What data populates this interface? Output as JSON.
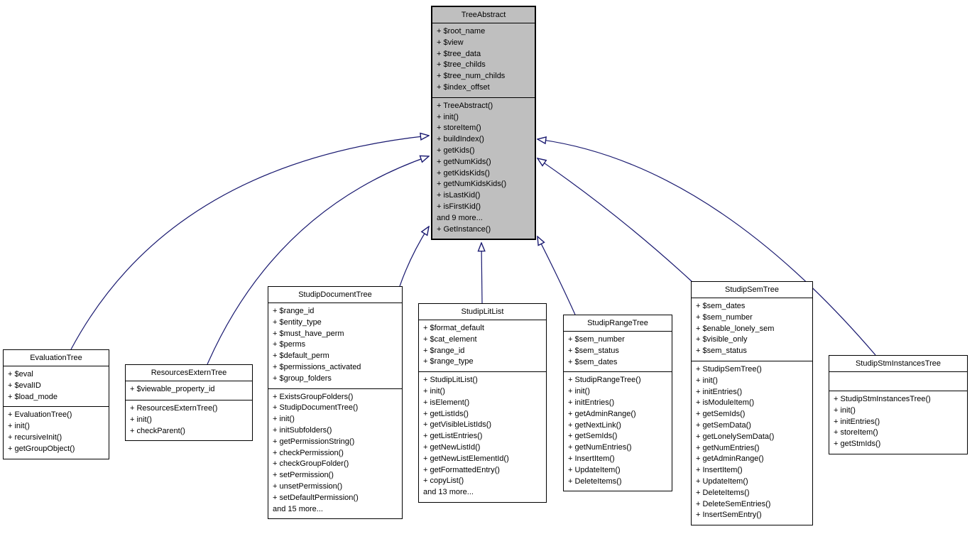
{
  "colors": {
    "edge": "#191970",
    "parent_fill": "#bfbfbf",
    "node_fill": "#ffffff",
    "border": "#000000",
    "text": "#000000"
  },
  "diagram": {
    "parent": {
      "name": "TreeAbstract",
      "attributes": [
        "+ $root_name",
        "+ $view",
        "+ $tree_data",
        "+ $tree_childs",
        "+ $tree_num_childs",
        "+ $index_offset"
      ],
      "methods": [
        "+ TreeAbstract()",
        "+ init()",
        "+ storeItem()",
        "+ buildIndex()",
        "+ getKids()",
        "+ getNumKids()",
        "+ getKidsKids()",
        "+ getNumKidsKids()",
        "+ isLastKid()",
        "+ isFirstKid()",
        "and 9 more...",
        "+ GetInstance()"
      ]
    },
    "children": [
      {
        "name": "EvaluationTree",
        "attributes": [
          "+ $eval",
          "+ $evalID",
          "+ $load_mode"
        ],
        "methods": [
          "+ EvaluationTree()",
          "+ init()",
          "+ recursiveInit()",
          "+ getGroupObject()"
        ]
      },
      {
        "name": "ResourcesExternTree",
        "attributes": [
          "+ $viewable_property_id"
        ],
        "methods": [
          "+ ResourcesExternTree()",
          "+ init()",
          "+ checkParent()"
        ]
      },
      {
        "name": "StudipDocumentTree",
        "attributes": [
          "+ $range_id",
          "+ $entity_type",
          "+ $must_have_perm",
          "+ $perms",
          "+ $default_perm",
          "+ $permissions_activated",
          "+ $group_folders"
        ],
        "methods": [
          "+ ExistsGroupFolders()",
          "+ StudipDocumentTree()",
          "+ init()",
          "+ initSubfolders()",
          "+ getPermissionString()",
          "+ checkPermission()",
          "+ checkGroupFolder()",
          "+ setPermission()",
          "+ unsetPermission()",
          "+ setDefaultPermission()",
          "and 15 more..."
        ]
      },
      {
        "name": "StudipLitList",
        "attributes": [
          "+ $format_default",
          "+ $cat_element",
          "+ $range_id",
          "+ $range_type"
        ],
        "methods": [
          "+ StudipLitList()",
          "+ init()",
          "+ isElement()",
          "+ getListIds()",
          "+ getVisibleListIds()",
          "+ getListEntries()",
          "+ getNewListId()",
          "+ getNewListElementId()",
          "+ getFormattedEntry()",
          "+ copyList()",
          "and 13 more..."
        ]
      },
      {
        "name": "StudipRangeTree",
        "attributes": [
          "+ $sem_number",
          "+ $sem_status",
          "+ $sem_dates"
        ],
        "methods": [
          "+ StudipRangeTree()",
          "+ init()",
          "+ initEntries()",
          "+ getAdminRange()",
          "+ getNextLink()",
          "+ getSemIds()",
          "+ getNumEntries()",
          "+ InsertItem()",
          "+ UpdateItem()",
          "+ DeleteItems()"
        ]
      },
      {
        "name": "StudipSemTree",
        "attributes": [
          "+ $sem_dates",
          "+ $sem_number",
          "+ $enable_lonely_sem",
          "+ $visible_only",
          "+ $sem_status"
        ],
        "methods": [
          "+ StudipSemTree()",
          "+ init()",
          "+ initEntries()",
          "+ isModuleItem()",
          "+ getSemIds()",
          "+ getSemData()",
          "+ getLonelySemData()",
          "+ getNumEntries()",
          "+ getAdminRange()",
          "+ InsertItem()",
          "+ UpdateItem()",
          "+ DeleteItems()",
          "+ DeleteSemEntries()",
          "+ InsertSemEntry()"
        ]
      },
      {
        "name": "StudipStmInstancesTree",
        "attributes": [],
        "methods": [
          "+ StudipStmInstancesTree()",
          "+ init()",
          "+ initEntries()",
          "+ storeItem()",
          "+ getStmIds()"
        ]
      }
    ]
  }
}
